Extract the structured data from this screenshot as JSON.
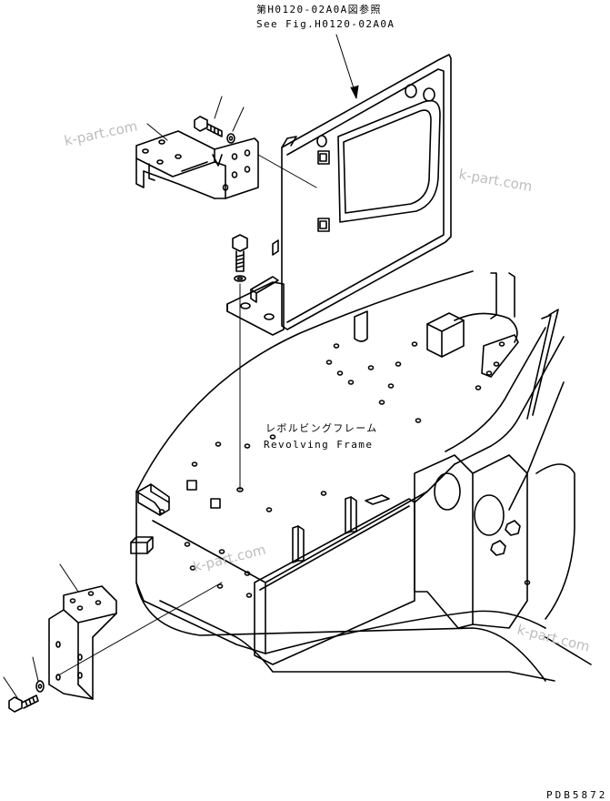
{
  "callout_top": {
    "line1": "第H0120-02A0A図参照",
    "line2": "See Fig.H0120-02A0A"
  },
  "frame_label": {
    "jp": "レボルビングフレーム",
    "en": "Revolving Frame"
  },
  "watermarks": [
    "k-part.com",
    "k-part.com",
    "k-part.com",
    "k-part.com"
  ],
  "drawing_code": "PDB5872"
}
